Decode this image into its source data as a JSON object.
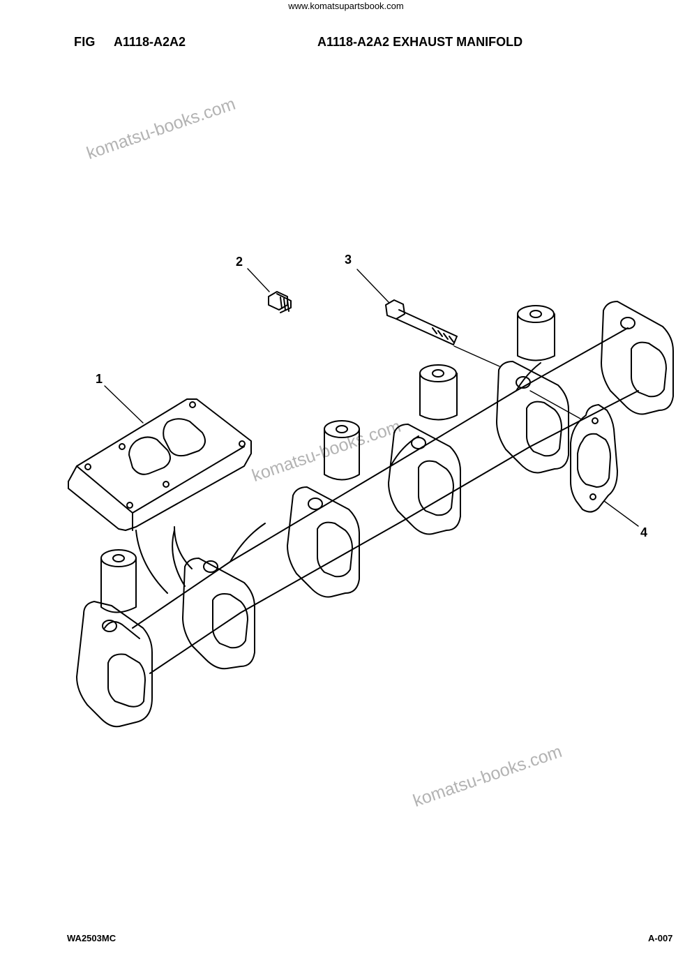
{
  "header": {
    "source_url": "www.komatsupartsbook.com",
    "fig_label": "FIG",
    "fig_code": "A1118-A2A2",
    "title": "A1118-A2A2 EXHAUST MANIFOLD"
  },
  "watermarks": [
    "komatsu-books.com",
    "komatsu-books.com",
    "komatsu-books.com"
  ],
  "callouts": [
    {
      "number": "1",
      "part": "manifold"
    },
    {
      "number": "2",
      "part": "plug"
    },
    {
      "number": "3",
      "part": "bolt"
    },
    {
      "number": "4",
      "part": "gasket"
    }
  ],
  "footer": {
    "model": "WA2503MC",
    "page": "A-007"
  }
}
